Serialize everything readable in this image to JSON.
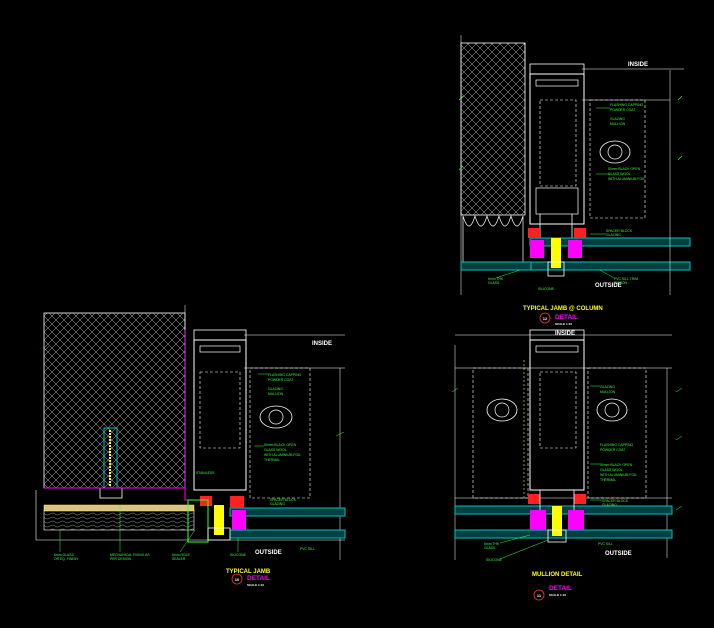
{
  "drawing": {
    "top_right": {
      "label_inside": "INSIDE",
      "label_outside": "OUTSIDE",
      "title": "TYPICAL JAMB @ COLUMN",
      "number": "12",
      "word": "DETAIL",
      "scale": "SCALE    1:10"
    },
    "bottom_left": {
      "label_inside": "INSIDE",
      "label_outside": "OUTSIDE",
      "title": "TYPICAL JAMB",
      "number": "10",
      "word": "DETAIL",
      "scale": "SCALE    1:10"
    },
    "bottom_right": {
      "label_inside": "INSIDE",
      "label_outside": "OUTSIDE",
      "title": "MULLION DETAIL",
      "number": "11",
      "word": "DETAIL",
      "scale": "SCALE    1:10"
    }
  },
  "colors": {
    "background": "#000000",
    "hatch": "#ffffff",
    "profile": "#ffffff",
    "glass": "#00c0c0",
    "gasket": "#ff00ff",
    "fixing": "#ffff00",
    "annotation": "#33ff33",
    "seal": "#ff2020"
  }
}
